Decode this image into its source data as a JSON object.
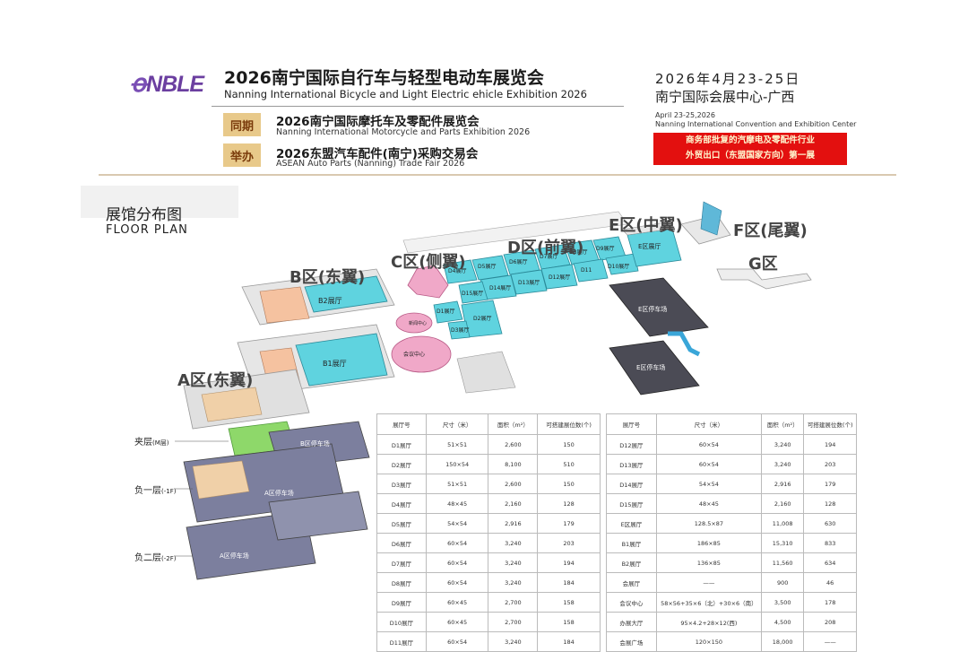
{
  "header": {
    "logo_text": "NBLE",
    "title_cn": "2026南宁国际自行车与轻型电动车展览会",
    "title_en": "Nanning International Bicycle and Light Electric ehicle Exhibition 2026",
    "tag_1": "同期",
    "tag_2": "举办",
    "concurrent_1_cn": "2026南宁国际摩托车及零配件展览会",
    "concurrent_1_en": "Nanning International Motorcycle and Parts Exhibition 2026",
    "concurrent_2_cn": "2026东盟汽车配件(南宁)采购交易会",
    "concurrent_2_en": "ASEAN Auto Parts (Nanning) Trade Fair 2026",
    "date_cn": "2026年4月23-25日",
    "venue_cn": "南宁国际会展中心-广西",
    "date_en": "April 23-25,2026",
    "venue_en": "Nanning International Convention and Exhibition Center",
    "notice_line1": "商务部批复的汽摩电及零配件行业",
    "notice_line2": "外贸出口（东盟国家方向）第一展"
  },
  "floor_plan": {
    "title_cn": "展馆分布图",
    "title_en": "FLOOR PLAN",
    "zones": {
      "A": "A区(东翼)",
      "B": "B区(东翼)",
      "C": "C区(侧翼)",
      "D": "D区(前翼)",
      "E": "E区(中翼)",
      "F": "F区(尾翼)",
      "G": "G区"
    },
    "floors": {
      "mezzanine": "夹层",
      "mezzanine_en": "(M层)",
      "b1": "负一层",
      "b1_en": "(-1F)",
      "b2": "负二层",
      "b2_en": "(-2F)"
    },
    "map_labels": {
      "d4": "D4展厅",
      "d5": "D5展厅",
      "d6": "D6展厅",
      "d7": "D7展厅",
      "d8": "D8展厅",
      "d9": "D9展厅",
      "d10": "D10展厅",
      "d11": "D11",
      "d12": "D12展厅",
      "d13": "D13展厅",
      "d14": "D14展厅",
      "d15": "D15展厅",
      "d1": "D1展厅",
      "d2": "D2展厅",
      "d3": "D3展厅",
      "e_hall": "E区展厅",
      "b1": "B1展厅",
      "b2": "B2展厅",
      "e_park1": "E区停车场",
      "e_park2": "E区停车场",
      "b_park": "B区停车场",
      "a_park": "A区停车场",
      "a_park2": "A区停车场",
      "convention": "会议中心",
      "news": "新闻中心"
    }
  },
  "table_left": {
    "headers": [
      "展厅号",
      "尺寸（米）",
      "面积（m²）",
      "可搭建展位数(个)"
    ],
    "rows": [
      [
        "D1展厅",
        "51×51",
        "2,600",
        "150"
      ],
      [
        "D2展厅",
        "150×54",
        "8,100",
        "510"
      ],
      [
        "D3展厅",
        "51×51",
        "2,600",
        "150"
      ],
      [
        "D4展厅",
        "48×45",
        "2,160",
        "128"
      ],
      [
        "D5展厅",
        "54×54",
        "2,916",
        "179"
      ],
      [
        "D6展厅",
        "60×54",
        "3,240",
        "203"
      ],
      [
        "D7展厅",
        "60×54",
        "3,240",
        "194"
      ],
      [
        "D8展厅",
        "60×54",
        "3,240",
        "184"
      ],
      [
        "D9展厅",
        "60×45",
        "2,700",
        "158"
      ],
      [
        "D10展厅",
        "60×45",
        "2,700",
        "158"
      ],
      [
        "D11展厅",
        "60×54",
        "3,240",
        "184"
      ]
    ]
  },
  "table_right": {
    "headers": [
      "展厅号",
      "尺寸（米）",
      "面积（m²）",
      "可搭建展位数(个)"
    ],
    "rows": [
      [
        "D12展厅",
        "60×54",
        "3,240",
        "194"
      ],
      [
        "D13展厅",
        "60×54",
        "3,240",
        "203"
      ],
      [
        "D14展厅",
        "54×54",
        "2,916",
        "179"
      ],
      [
        "D15展厅",
        "48×45",
        "2,160",
        "128"
      ],
      [
        "E区展厅",
        "128.5×87",
        "11,008",
        "630"
      ],
      [
        "B1展厅",
        "186×85",
        "15,310",
        "833"
      ],
      [
        "B2展厅",
        "136×85",
        "11,560",
        "634"
      ],
      [
        "会展厅",
        "——",
        "900",
        "46"
      ],
      [
        "会议中心",
        "58×56+35×6（北）+30×6（南）",
        "3,500",
        "178"
      ],
      [
        "办展大厅",
        "95×4.2+28×12(西)",
        "4,500",
        "208"
      ],
      [
        "会展广场",
        "120×150",
        "18,000",
        "——"
      ]
    ]
  }
}
